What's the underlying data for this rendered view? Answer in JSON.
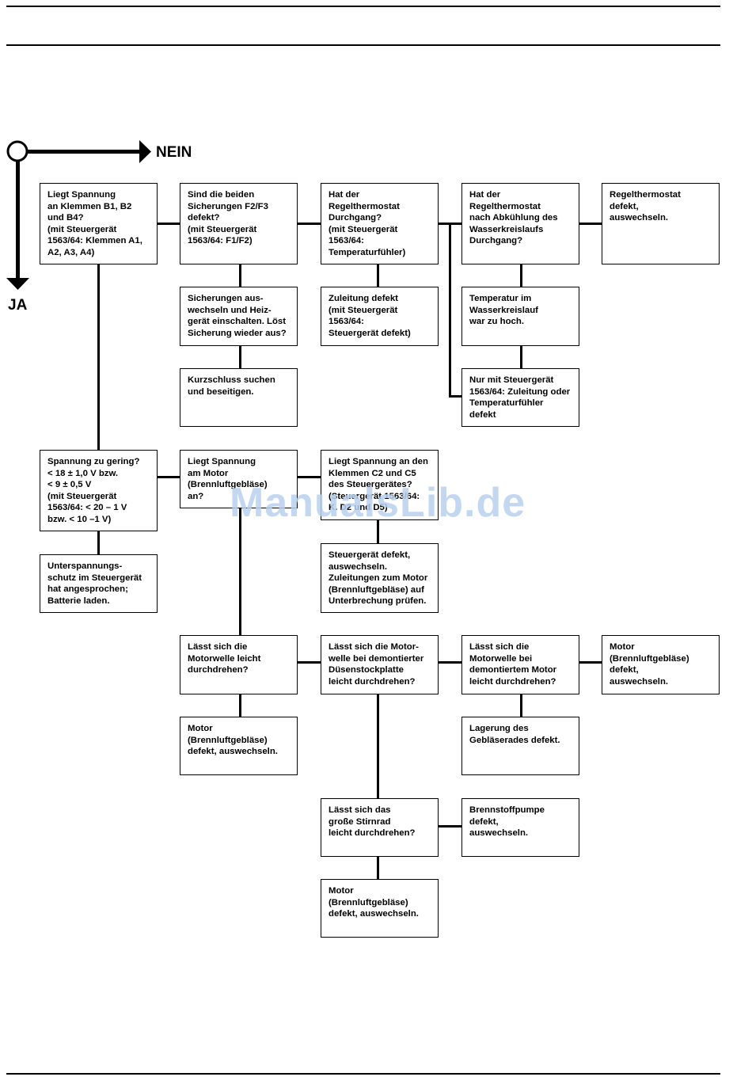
{
  "legend": {
    "no": "NEIN",
    "yes": "JA"
  },
  "watermark": "ManualsLib.de",
  "nodes": {
    "n1": "Liegt Spannung\nan Klemmen B1, B2\nund B4?\n(mit Steuergerät\n1563/64: Klemmen A1,\nA2, A3, A4)",
    "n2": "Sind die beiden\nSicherungen F2/F3\ndefekt?\n(mit Steuergerät\n1563/64: F1/F2)",
    "n3": "Hat der\nRegelthermostat\nDurchgang?\n(mit Steuergerät\n1563/64:\nTemperaturfühler)",
    "n4": "Hat der\nRegelthermostat\nnach Abkühlung des\nWasserkreislaufs\nDurchgang?",
    "n5": "Regelthermostat\ndefekt,\nauswechseln.",
    "n6": "Sicherungen aus-\nwechseln und Heiz-\ngerät einschalten. Löst\nSicherung wieder aus?",
    "n7": "Zuleitung defekt\n(mit Steuergerät\n1563/64:\nSteuergerät defekt)",
    "n8": "Temperatur im\nWasserkreislauf\nwar zu hoch.",
    "n9": "Kurzschluss suchen\nund beseitigen.",
    "n10": "Nur mit Steuergerät\n1563/64: Zuleitung oder\nTemperaturfühler\ndefekt",
    "n11": "Spannung zu gering?\n< 18 ± 1,0 V bzw.\n<   9 ± 0,5 V\n(mit Steuergerät\n1563/64: < 20 – 1 V\nbzw.       < 10 –1 V)",
    "n12": "Liegt Spannung\nam Motor\n(Brennluftgebläse)\nan?",
    "n13": "Liegt Spannung an den\nKlemmen C2 und C5\ndes Steuergerätes?\n(Steuergerät 1563/64:\nK. D2 und D5)",
    "n14": "Unterspannungs-\nschutz im Steuergerät\nhat angesprochen;\nBatterie laden.",
    "n15": "Steuergerät defekt,\nauswechseln.\nZuleitungen zum Motor\n(Brennluftgebläse) auf\nUnterbrechung prüfen.",
    "n16": "Lässt sich die\nMotorwelle leicht\ndurchdrehen?",
    "n17": "Lässt sich die Motor-\nwelle bei demontierter\nDüsenstockplatte\nleicht durchdrehen?",
    "n18": "Lässt sich die\nMotorwelle bei\ndemontiertem Motor\nleicht durchdrehen?",
    "n19": "Motor\n(Brennluftgebläse)\ndefekt,\nauswechseln.",
    "n20": "Motor\n(Brennluftgebläse)\ndefekt, auswechseln.",
    "n21": "Lagerung des\nGebläserades defekt.",
    "n22": "Lässt sich das\ngroße Stirnrad\nleicht durchdrehen?",
    "n23": "Brennstoffpumpe\ndefekt,\nauswechseln.",
    "n24": "Motor\n(Brennluftgebläse)\ndefekt, auswechseln."
  }
}
